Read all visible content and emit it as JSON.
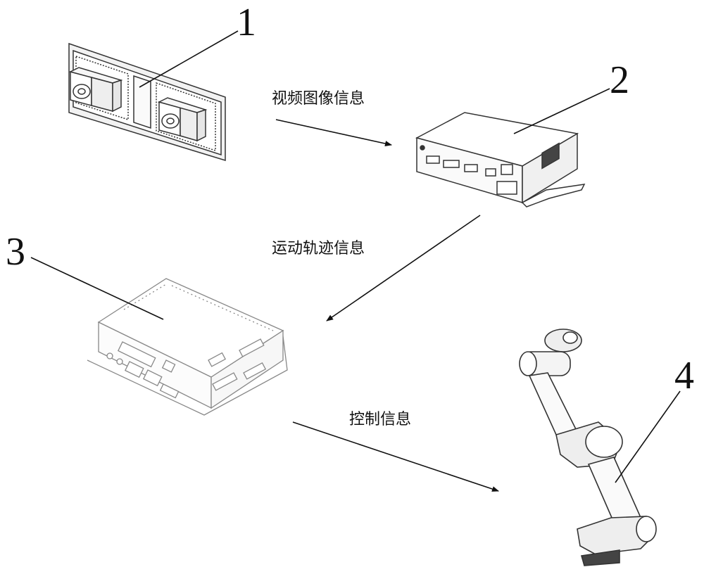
{
  "components": [
    {
      "number": "1",
      "device": "stereo-camera"
    },
    {
      "number": "2",
      "device": "image-processing-box"
    },
    {
      "number": "3",
      "device": "motion-controller"
    },
    {
      "number": "4",
      "device": "robot-arm"
    }
  ],
  "flows": [
    {
      "label": "视频图像信息",
      "from": "1",
      "to": "2"
    },
    {
      "label": "运动轨迹信息",
      "from": "2",
      "to": "3"
    },
    {
      "label": "控制信息",
      "from": "3",
      "to": "4"
    }
  ],
  "colors": {
    "line": "#111111",
    "device_stroke": "#333333",
    "device_fill": "#ffffff"
  }
}
